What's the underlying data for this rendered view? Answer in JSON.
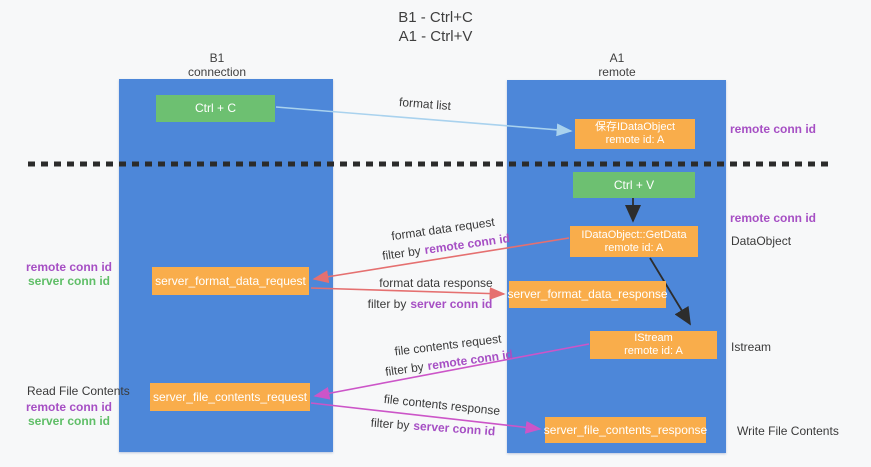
{
  "title": {
    "line1": "B1 - Ctrl+C",
    "line2": "A1 - Ctrl+V"
  },
  "lanes": {
    "left": {
      "name": "B1",
      "role": "connection"
    },
    "right": {
      "name": "A1",
      "role": "remote"
    }
  },
  "nodes": {
    "ctrl_c": {
      "label": "Ctrl + C"
    },
    "save_object": {
      "line1": "保存IDataObject",
      "line2": "remote id: A"
    },
    "ctrl_v": {
      "label": "Ctrl + V"
    },
    "getdata": {
      "line1": "IDataObject::GetData",
      "line2": "remote id: A"
    },
    "format_request": {
      "label": "server_format_data_request"
    },
    "format_response": {
      "label": "server_format_data_response"
    },
    "istream": {
      "line1": "IStream",
      "line2": "remote id: A"
    },
    "file_request": {
      "label": "server_file_contents_request"
    },
    "file_response": {
      "label": "server_file_contents_response"
    }
  },
  "arrow_labels": {
    "format_list": "format list",
    "filter_by": "filter by",
    "remote_conn_id": "remote conn id",
    "server_conn_id": "server conn id",
    "format_data_request": "format data request",
    "format_data_response": "format data response",
    "file_contents_request": "file contents request",
    "file_contents_response": "file contents response"
  },
  "side_labels": {
    "remote_conn_id_top": "remote conn id",
    "remote_conn_id_mid": "remote conn id",
    "dataobject": "DataObject",
    "istream": "Istream",
    "write_file_contents": "Write File Contents",
    "read_file_contents": "Read File Contents",
    "remote_conn_id_left1": "remote conn id",
    "server_conn_id_left1": "server conn id",
    "remote_conn_id_left2": "remote conn id",
    "server_conn_id_left2": "server conn id"
  },
  "colors": {
    "lane_blue": "#4d87d9",
    "node_orange": "#f9ad4b",
    "node_green": "#6dc071",
    "label_purple": "#a64fc4",
    "label_green": "#5fbe67",
    "arrow_red": "#e57070",
    "arrow_magenta": "#cc55c8",
    "arrow_light_blue": "#a9d2ee",
    "arrow_black": "#2d2d2d"
  }
}
